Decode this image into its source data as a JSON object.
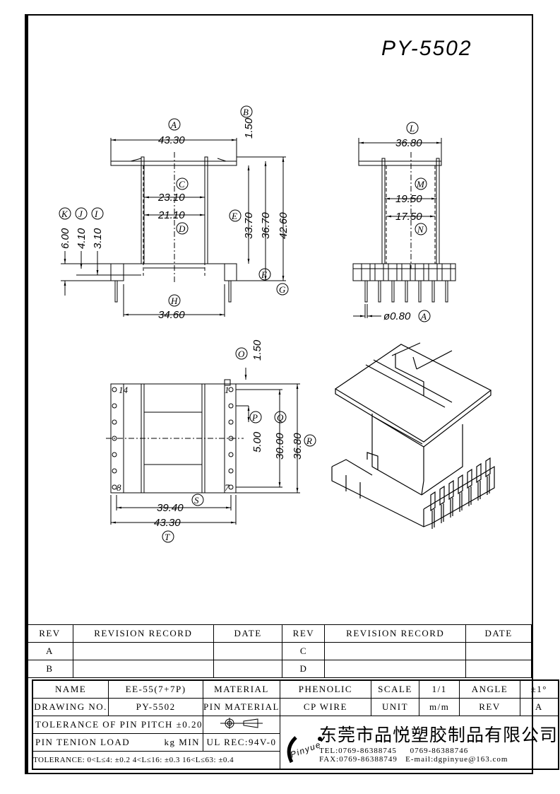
{
  "title": "PY-5502",
  "front_view": {
    "A": "A",
    "A_dim": "43.30",
    "B": "B",
    "B_dim": "1.50",
    "C": "C",
    "C_dim": "23.10",
    "D": "D",
    "D_dim": "21.10",
    "E": "E",
    "E_dim": "33.70",
    "F_dim": "36.70",
    "F": "F",
    "G_dim": "42.60",
    "G": "G",
    "H": "H",
    "H_dim": "34.60",
    "K": "K",
    "K_dim": "6.00",
    "J": "J",
    "J_dim": "4.10",
    "I": "I",
    "I_dim": "3.10"
  },
  "side_view": {
    "L": "L",
    "L_dim": "36.80",
    "M": "M",
    "M_dim": "19.50",
    "N": "N",
    "N_dim": "17.50",
    "pin_dim": "ø0.80",
    "pin_label": "A"
  },
  "bottom_view": {
    "pin_14": "14",
    "pin_1": "1",
    "pin_8": "8",
    "pin_7": "7",
    "O": "O",
    "O_dim": "1.50",
    "P": "P",
    "P_dim": "5.00",
    "Q": "Q",
    "Q_dim": "30.00",
    "R": "R",
    "R_dim": "36.80",
    "S": "S",
    "S_dim": "39.40",
    "T": "T",
    "T_dim": "43.30"
  },
  "revision_table": {
    "headers": [
      "REV",
      "REVISION RECORD",
      "DATE",
      "REV",
      "REVISION RECORD",
      "DATE"
    ],
    "rows": [
      [
        "A",
        "",
        "",
        "C",
        "",
        ""
      ],
      [
        "B",
        "",
        "",
        "D",
        "",
        ""
      ]
    ]
  },
  "info_table": {
    "name_label": "NAME",
    "name": "EE-55(7+7P)",
    "material_label": "MATERIAL",
    "material": "PHENOLIC",
    "scale_label": "SCALE",
    "scale": "1/1",
    "angle_label": "ANGLE",
    "angle": "±1°",
    "drawing_no_label": "DRAWING NO.",
    "drawing_no": "PY-5502",
    "pin_material_label": "PIN MATERIAL",
    "pin_material": "CP WIRE",
    "unit_label": "UNIT",
    "unit": "m/m",
    "rev_label": "REV",
    "rev": "A",
    "pin_pitch_tolerance": "TOLERANCE OF PIN PITCH ±0.20",
    "pin_tension_label": "PIN TENION LOAD",
    "pin_tension_unit": "kg MIN",
    "ul_rec": "UL REC:94V-0",
    "tolerance": "TOLERANCE: 0<L≤4: ±0.2   4<L≤16: ±0.3   16<L≤63: ±0.4"
  },
  "company": {
    "logo_text": "Pinyue",
    "name": "东莞市品悦塑胶制品有限公司",
    "tel": "TEL:0769-86388745",
    "tel2": "0769-86388746",
    "fax": "FAX:0769-86388749",
    "email": "E-mail:dgpinyue@163.com"
  }
}
